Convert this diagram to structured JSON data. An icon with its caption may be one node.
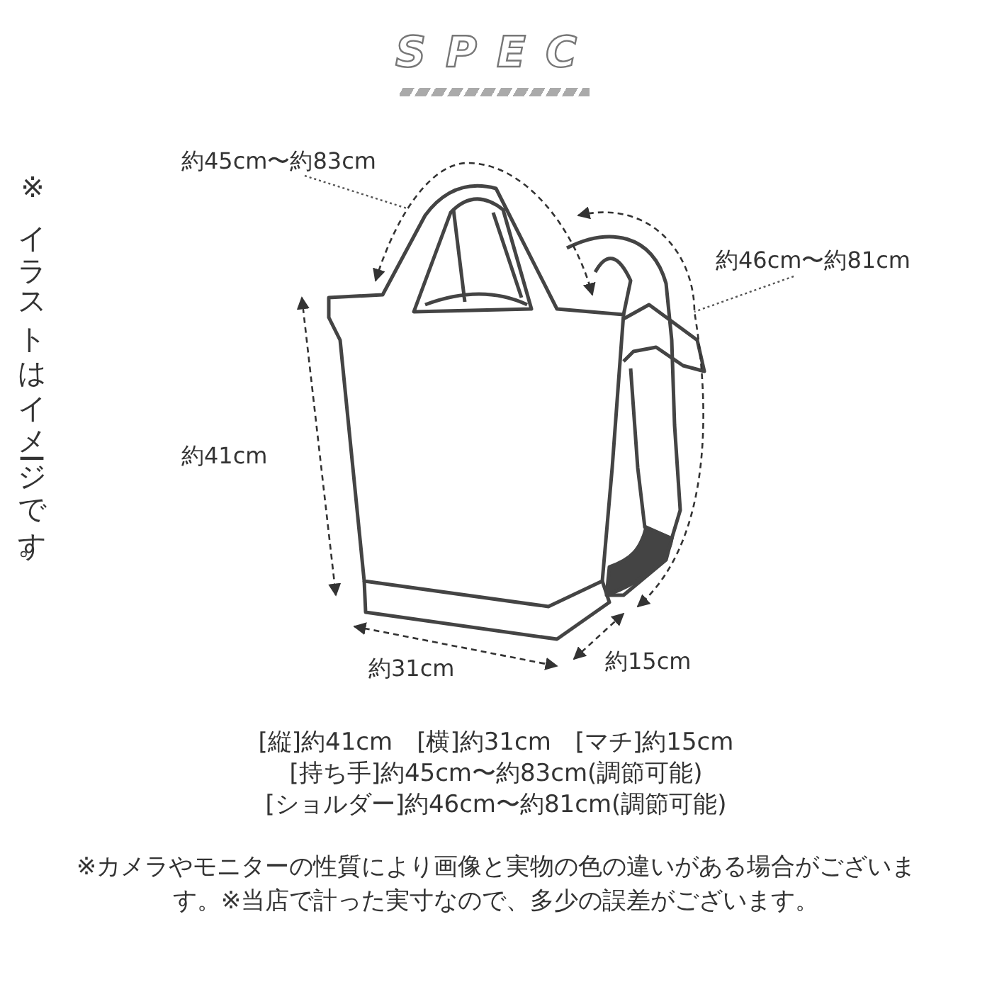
{
  "diagram": {
    "title": "SPEC",
    "nodes": [
      {
        "text": [
          "約45cm〜約83cm"
        ]
      },
      {
        "text": [
          "約46cm〜約81cm"
        ]
      }
    ],
    "edges": [
      {
        "from": 0,
        "to": null,
        "arrow": "none",
        "style": "dashed"
      },
      {
        "from": 1,
        "to": null,
        "arrow": "none",
        "style": "dashed"
      }
    ],
    "labels": [
      "※イラストはイメージです。",
      "約41cm",
      "約31cm",
      "約15cm",
      "[縦]約41cm　[横]約31cm　[マチ]約15cm",
      "[持ち手]約45cm〜約83cm(調節可能)",
      "[ショルダー]約46cm〜約81cm(調節可能)",
      "※カメラやモニターの性質により画像と実物の色の違いがある場合がございます。※当店で計った実寸なので、多少の誤差がございます。"
    ]
  }
}
